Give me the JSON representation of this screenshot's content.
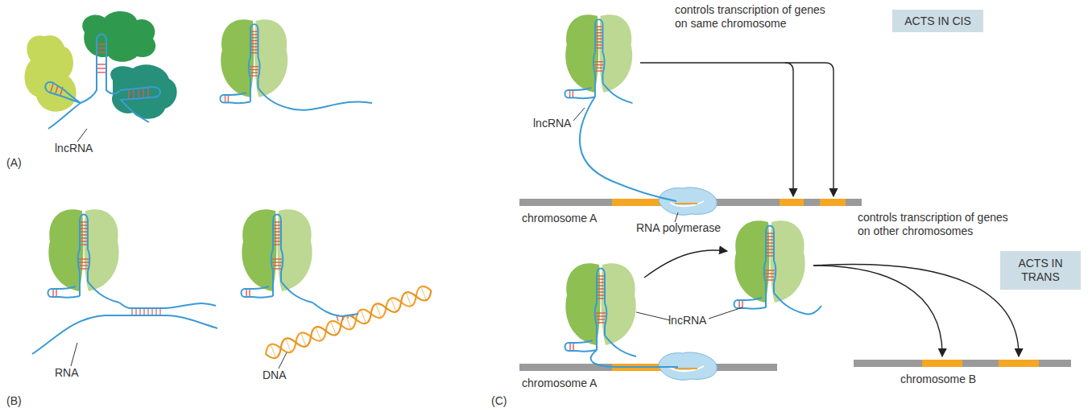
{
  "diagram": {
    "nodes": [
      {
        "text": [
          "ACTS IN CIS"
        ]
      },
      {
        "text": [
          "ACTS IN TRANS"
        ]
      }
    ],
    "labels": [
      "lncRNA",
      "(A)",
      "RNA",
      "DNA",
      "(B)",
      "controls transcription of genes on same chromosome",
      "lncRNA",
      "chromosome A",
      "RNA polymerase",
      "controls transcription of genes on other chromosomes",
      "lncRNA",
      "chromosome A",
      "chromosome B",
      "(C)"
    ]
  }
}
